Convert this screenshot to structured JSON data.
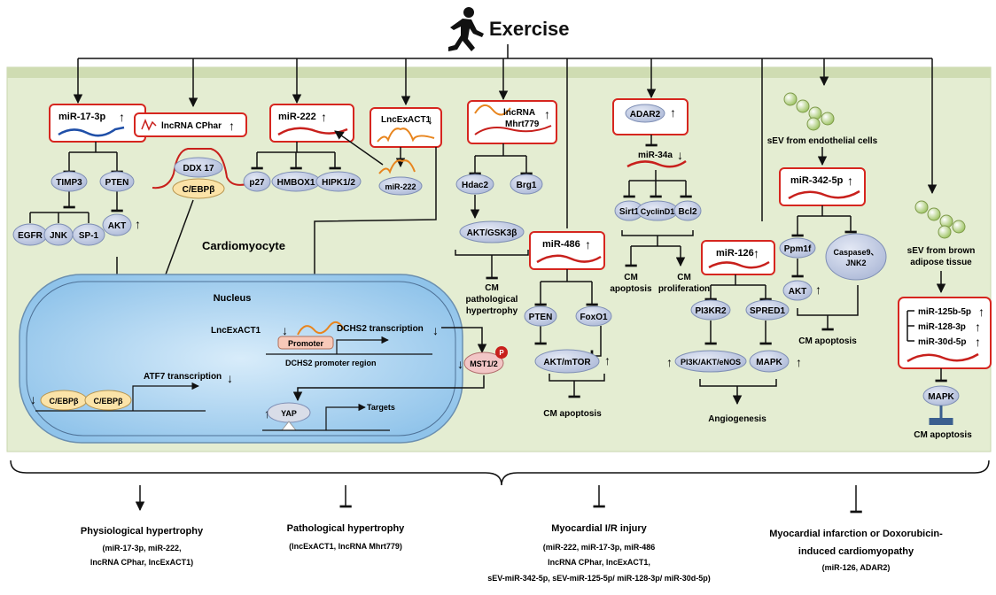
{
  "title": "Exercise",
  "region_label": "Cardiomyocyte",
  "nucleus_label": "Nucleus",
  "col1": {
    "mirna": "miR-17-3p",
    "timp3": "TIMP3",
    "pten": "PTEN",
    "egfr": "EGFR",
    "jnk": "JNK",
    "sp1": "SP-1",
    "akt": "AKT"
  },
  "col2": {
    "label": "lncRNA CPhar",
    "ddx17": "DDX 17",
    "cebpb": "C/EBPβ"
  },
  "col3": {
    "mirna": "miR-222",
    "p27": "p27",
    "hmbox1": "HMBOX1",
    "hipk": "HIPK1/2"
  },
  "col4": {
    "label": "LncExACT1",
    "mir222": "miR-222"
  },
  "col5": {
    "label1": "lncRNA",
    "label2": "Mhrt779",
    "hdac2": "Hdac2",
    "brg1": "Brg1",
    "akt_gsk": "AKT/GSK3β",
    "out1": "CM",
    "out2": "pathological",
    "out3": "hypertrophy"
  },
  "col6": {
    "mirna": "miR-486",
    "pten": "PTEN",
    "foxo1": "FoxO1",
    "akt_mtor": "AKT/mTOR",
    "out": "CM apoptosis"
  },
  "col7": {
    "adar2": "ADAR2",
    "mirna": "miR-34a",
    "sirt1": "Sirt1",
    "cyclin": "CyclinD1",
    "bcl2": "Bcl2",
    "out_a1": "CM",
    "out_a2": "apoptosis",
    "out_p1": "CM",
    "out_p2": "proliferation"
  },
  "col8": {
    "mirna": "miR-126",
    "pi3kr2": "PI3KR2",
    "spred1": "SPRED1",
    "pi3k": "PI3K/AKT/eNOS",
    "mapk": "MAPK",
    "out": "Angiogenesis"
  },
  "col9": {
    "sev": "sEV from endothelial cells",
    "mirna": "miR-342-5p",
    "ppm1f": "Ppm1f",
    "casp1": "Caspase9、",
    "casp2": "JNK2",
    "akt": "AKT",
    "out": "CM apoptosis"
  },
  "col10": {
    "sev1": "sEV from brown",
    "sev2": "adipose tissue",
    "m1": "miR-125b-5p",
    "m2": "miR-128-3p",
    "m3": "miR-30d-5p",
    "mapk": "MAPK",
    "out": "CM apoptosis"
  },
  "nucleus": {
    "lnc": "LncExACT1",
    "promoter": "Promoter",
    "dchs2_tx": "DCHS2 transcription",
    "dchs2_region": "DCHS2 promoter region",
    "mst": "MST1/2",
    "phos": "P",
    "atf7": "ATF7 transcription",
    "cebp1": "C/EBPβ",
    "cebp2": "C/EBPβ",
    "yap": "YAP",
    "targets": "Targets"
  },
  "outcomes": [
    {
      "title": "Physiological hypertrophy",
      "lines": [
        "(miR-17-3p, miR-222,",
        "lncRNA CPhar, lncExACT1)"
      ]
    },
    {
      "title": "Pathological hypertrophy",
      "lines": [
        "(lncExACT1, lncRNA Mhrt779)"
      ]
    },
    {
      "title": "Myocardial I/R injury",
      "lines": [
        "(miR-222, miR-17-3p, miR-486",
        "lncRNA CPhar, lncExACT1,",
        "sEV-miR-342-5p, sEV-miR-125-5p/ miR-128-3p/ miR-30d-5p)"
      ]
    },
    {
      "title": "Myocardial infarction or Doxorubicin-",
      "lines": [
        "induced cardiomyopathy",
        "(miR-126, ADAR2)"
      ]
    }
  ],
  "colors": {
    "box_red": "#d6261f",
    "node_fill": "#c5d0e6",
    "node_stroke": "#7f8fb5",
    "cell_fill": "#e6efd6",
    "nucleus_fill": "#b7d9f2",
    "cebp_fill": "#fbe3a8",
    "mst_fill": "#f2c6c6",
    "promoter_fill": "#f8c9b9",
    "rna_red": "#c8201c",
    "rna_orange": "#e8851e",
    "mir17_blue": "#1f4fa8",
    "mapk_block": "#3b5f8f"
  }
}
